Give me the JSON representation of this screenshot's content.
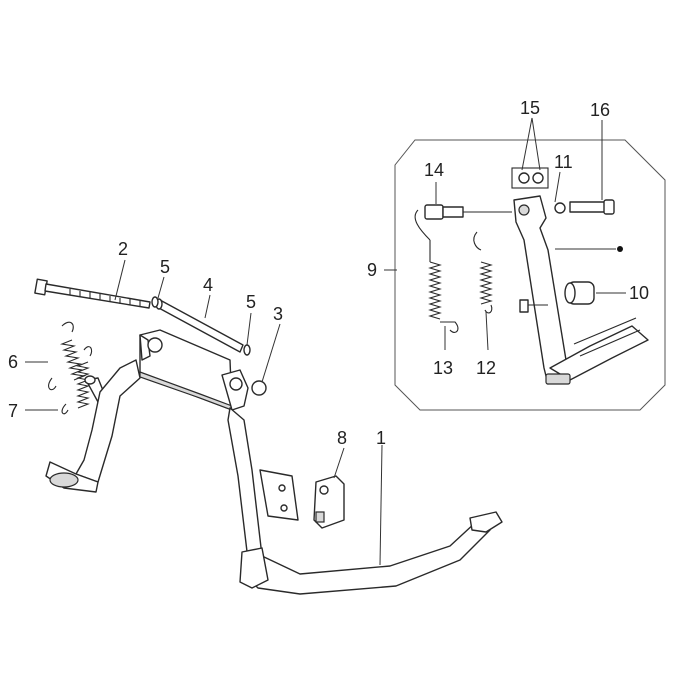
{
  "callouts": [
    {
      "id": "1",
      "label": "1"
    },
    {
      "id": "2",
      "label": "2"
    },
    {
      "id": "3",
      "label": "3"
    },
    {
      "id": "4",
      "label": "4"
    },
    {
      "id": "5a",
      "label": "5"
    },
    {
      "id": "5b",
      "label": "5"
    },
    {
      "id": "6",
      "label": "6"
    },
    {
      "id": "7",
      "label": "7"
    },
    {
      "id": "8",
      "label": "8"
    },
    {
      "id": "9",
      "label": "9"
    },
    {
      "id": "10",
      "label": "10"
    },
    {
      "id": "11",
      "label": "11"
    },
    {
      "id": "12",
      "label": "12"
    },
    {
      "id": "13",
      "label": "13"
    },
    {
      "id": "14",
      "label": "14"
    },
    {
      "id": "15",
      "label": "15"
    },
    {
      "id": "16",
      "label": "16"
    }
  ],
  "colors": {
    "line": "#2a2a2a",
    "shade": "#d9d9d9",
    "background": "#ffffff"
  }
}
